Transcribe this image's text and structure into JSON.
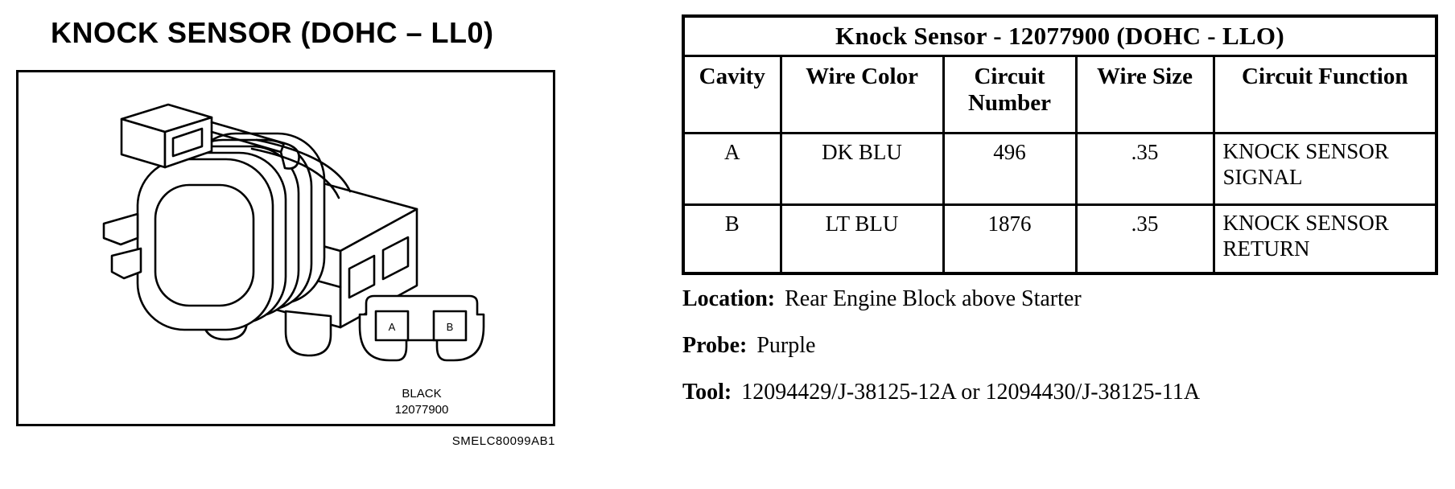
{
  "colors": {
    "ink": "#000000",
    "paper": "#ffffff"
  },
  "diagram": {
    "title": "KNOCK SENSOR (DOHC – LL0)",
    "cavity_labels": {
      "a": "A",
      "b": "B"
    },
    "connector_color_label": "BLACK",
    "connector_part_number": "12077900",
    "figure_code": "SMELC80099AB1"
  },
  "table": {
    "title": "Knock Sensor - 12077900 (DOHC - LLO)",
    "columns": [
      "Cavity",
      "Wire Color",
      "Circuit Number",
      "Wire Size",
      "Circuit Function"
    ],
    "rows": [
      {
        "cavity": "A",
        "wire_color": "DK BLU",
        "circuit_number": "496",
        "wire_size": ".35",
        "circuit_function": "KNOCK SENSOR SIGNAL"
      },
      {
        "cavity": "B",
        "wire_color": "LT BLU",
        "circuit_number": "1876",
        "wire_size": ".35",
        "circuit_function": "KNOCK SENSOR RETURN"
      }
    ]
  },
  "details": {
    "location_label": "Location:",
    "location_value": "Rear Engine Block above Starter",
    "probe_label": "Probe:",
    "probe_value": "Purple",
    "tool_label": "Tool:",
    "tool_value": "12094429/J-38125-12A or 12094430/J-38125-11A"
  }
}
